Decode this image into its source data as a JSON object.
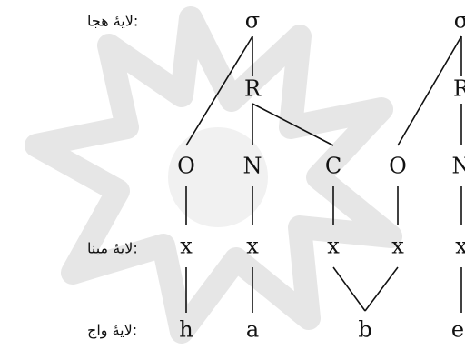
{
  "tier_labels": {
    "syllable": ":لایۀ هجا",
    "skeletal": ":لایۀ مبنا",
    "segmental": ":لایۀ واج"
  },
  "syllables": [
    {
      "sigma": "σ",
      "rhyme": "R"
    },
    {
      "sigma": "σ",
      "rhyme": "R"
    }
  ],
  "constituents": [
    "O",
    "N",
    "C",
    "O",
    "N"
  ],
  "timing_slots": [
    "x",
    "x",
    "x",
    "x",
    "x"
  ],
  "segments": [
    "h",
    "a",
    "b",
    "e"
  ]
}
